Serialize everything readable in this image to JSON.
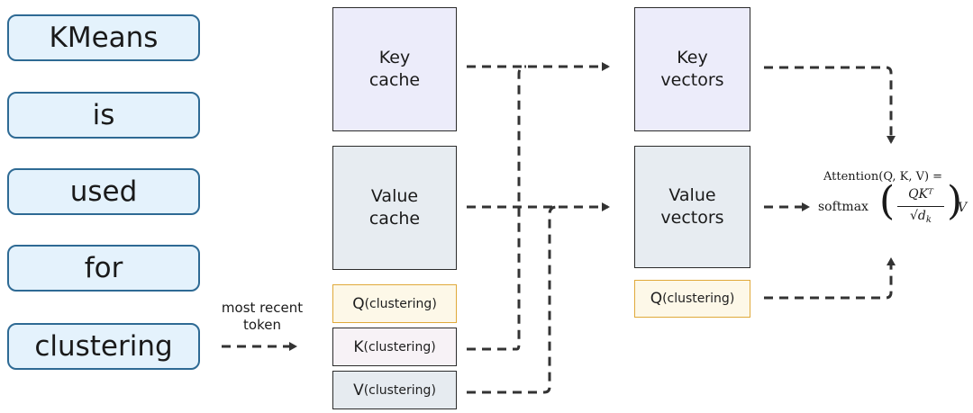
{
  "tokens": [
    "KMeans",
    "is",
    "used",
    "for",
    "clustering"
  ],
  "recent_note": {
    "line1": "most recent",
    "line2": "token"
  },
  "caches": {
    "key_line1": "Key",
    "key_line2": "cache",
    "value_line1": "Value",
    "value_line2": "cache"
  },
  "qkv": {
    "q": "Q",
    "k": "K",
    "v": "V",
    "subscript": "(clustering)"
  },
  "vectors": {
    "key_line1": "Key",
    "key_line2": "vectors",
    "value_line1": "Value",
    "value_line2": "vectors"
  },
  "formula": {
    "lhs": "Attention(Q, K, V) =",
    "softmax": "softmax",
    "numerator": "QKᵀ",
    "denominator": "√d",
    "denominator_sub": "k",
    "tail": "V"
  },
  "colors": {
    "token_fill": "#e4f2fc",
    "token_border": "#2e6a94",
    "query_border": "#e0a93a",
    "arrow": "#333333"
  }
}
